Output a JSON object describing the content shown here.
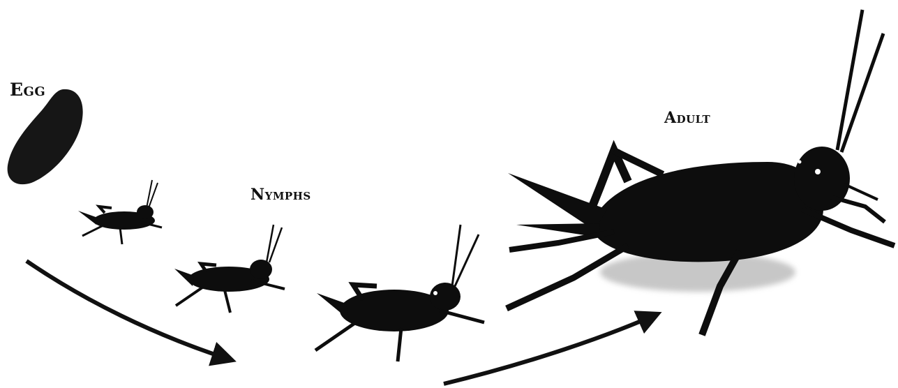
{
  "labels": {
    "egg": "Egg",
    "nymphs": "Nymphs",
    "adult": "Adult"
  },
  "colors": {
    "silhouette": "#0d0d0d",
    "egg": "#161616",
    "arrow": "#111111",
    "background": "#ffffff"
  }
}
